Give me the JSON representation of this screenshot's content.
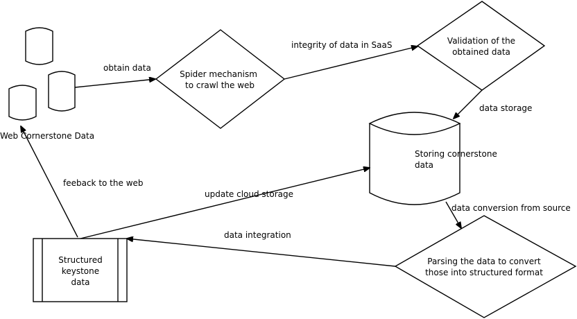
{
  "nodes": {
    "web_data": {
      "label": "Web Cornerstone Data"
    },
    "spider": {
      "line1": "Spider mechanism",
      "line2": "to crawl the web"
    },
    "validation": {
      "line1": "Validation of the",
      "line2": "obtained data"
    },
    "storage": {
      "line1": "Storing cornerstone",
      "line2": "data"
    },
    "parsing": {
      "line1": "Parsing the data to convert",
      "line2": "those into structured format"
    },
    "structured": {
      "line1": "Structured",
      "line2": "keystone",
      "line3": "data"
    }
  },
  "edges": {
    "obtain": "obtain data",
    "integrity": "integrity of data in SaaS",
    "storage": "data storage",
    "conversion": "data conversion from source",
    "integration": "data integration",
    "update": "update cloud storage",
    "feedback": "feeback to the web"
  }
}
